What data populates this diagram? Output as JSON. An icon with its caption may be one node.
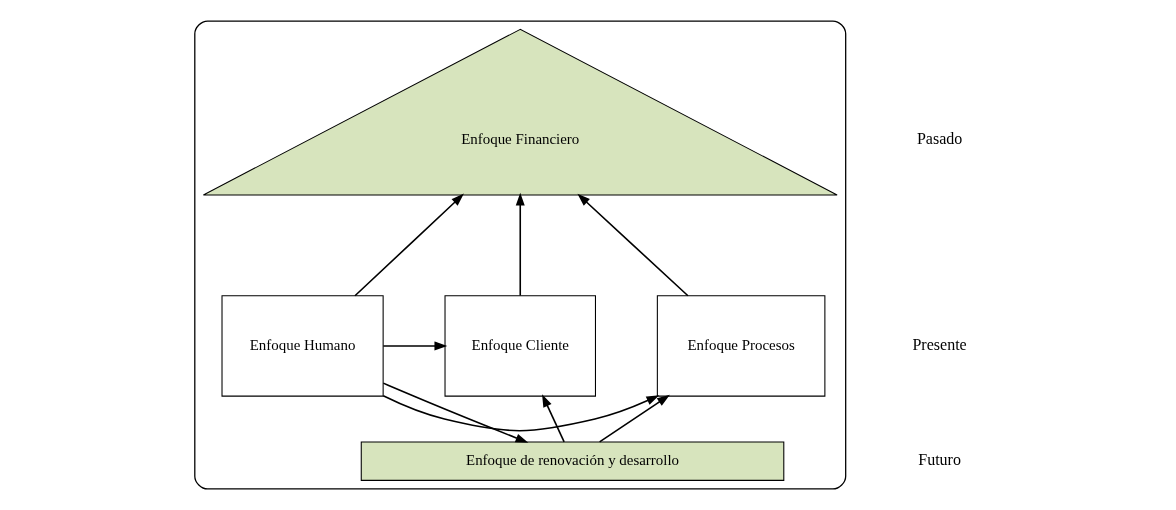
{
  "diagram": {
    "nodes": [
      {
        "text": [],
        "shape": "ellipse"
      },
      {
        "text": [
          "Enfoque Financiero"
        ],
        "in": 0
      },
      {
        "text": [
          "Enfoque Cliente"
        ],
        "in": 0
      },
      {
        "text": [
          "Enfoque Humano"
        ],
        "in": 0
      },
      {
        "text": [
          "Enfoque Procesos"
        ],
        "in": 0
      },
      {
        "text": [
          "Enfoque de renovación y desarrollo"
        ],
        "in": 0
      }
    ],
    "edges": [
      {
        "from": 2,
        "to": 1,
        "arrow": "to"
      },
      {
        "from": 3,
        "to": 1,
        "arrow": "to"
      },
      {
        "from": 4,
        "to": 1,
        "arrow": "to"
      },
      {
        "from": 3,
        "to": 2,
        "arrow": "to"
      },
      {
        "from": 3,
        "to": 4,
        "arrow": "to"
      },
      {
        "from": 3,
        "to": 5,
        "arrow": "to"
      },
      {
        "from": 5,
        "to": 2,
        "arrow": "to"
      },
      {
        "from": 5,
        "to": 4,
        "arrow": "to"
      }
    ],
    "labels": [
      "Pasado",
      "Presente",
      "Futuro"
    ]
  }
}
